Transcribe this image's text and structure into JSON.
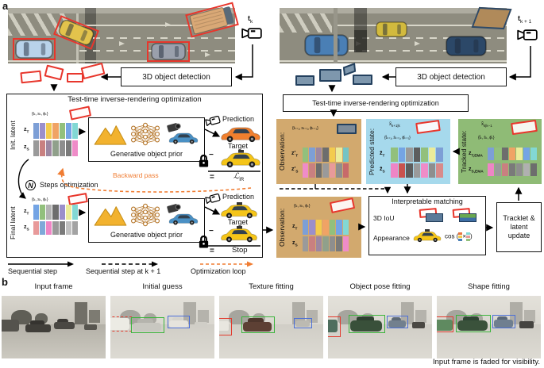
{
  "colors": {
    "detection_red": "#e8362c",
    "detection_blue_fill": "#7e97ad",
    "detection_blue_border": "#23405e",
    "observation_panel": "#d2a96e",
    "predicted_panel": "#a6d9ec",
    "tracked_panel": "#8fbb76",
    "optimization_orange": "#f07d33",
    "prior_gold": "#f2b22e"
  },
  "panel_labels": {
    "a": "a",
    "b": "b"
  },
  "scene_k": {
    "camera": {
      "b": "t",
      "s": "k"
    },
    "detection": "3D object detection"
  },
  "scene_k1": {
    "camera": {
      "b": "t",
      "s": "k + 1"
    },
    "detection": "3D object detection"
  },
  "left_box": {
    "title": "Test-time inverse-rendering optimization",
    "init_latent": "Init. latent",
    "final_latent": "Final latent",
    "pose": "{tₖ, sₖ, ϕₖ}",
    "z_t": {
      "b": "z",
      "s": "T"
    },
    "z_s": {
      "b": "z",
      "s": "S"
    },
    "prior": "Generative object prior",
    "prediction": "Prediction",
    "target": "Target",
    "minus": "−",
    "equals": "=",
    "loss": {
      "b": "ℒ",
      "s": "IR"
    },
    "stop": "Stop",
    "backward": "Backward pass",
    "n": "N",
    "steps": "Steps optimization"
  },
  "legend": {
    "sequential": "Sequential step",
    "sequential_k1": "Sequential step at k + 1",
    "loop": "Optimization loop"
  },
  "right_flow": {
    "opt_box": "Test-time inverse-rendering optimization",
    "observation": {
      "title": "Observation:",
      "pose": "{tₖ₊₁, sₖ₊₁, ϕₖ₊₁}",
      "z_t": {
        "b": "z′",
        "s": "T"
      },
      "z_s": {
        "b": "z′",
        "s": "S"
      }
    },
    "predicted": {
      "title": "Predicted state:",
      "x": {
        "b": "x̄",
        "s": "k+1|k"
      },
      "pose": "{t̄ₖ₊₁, s̄ₖ₊₁, ϕ̄ₖ₊₁}",
      "z_t": {
        "b": "z̄",
        "s": "T"
      },
      "z_s": {
        "b": "z̄",
        "s": "S"
      }
    },
    "tracked": {
      "title": "Tracked state:",
      "x": {
        "b": "x̂",
        "s": "k|k−1"
      },
      "pose": "{t̂ₖ, ŝₖ, ϕ̂ₖ}",
      "z_t": {
        "b": "z",
        "s": "T,EMA"
      },
      "z_s": {
        "b": "z",
        "s": "S,EMA"
      }
    },
    "observation2": {
      "title": "Observation:",
      "pose": "{tₖ, sₖ, ϕₖ}",
      "z_t": {
        "b": "z",
        "s": "T"
      },
      "z_s": {
        "b": "z",
        "s": "S"
      }
    },
    "matching": {
      "title": "Interpretable matching",
      "iou": "3D IoU",
      "appearance": "Appearance",
      "cos_open": "cos (",
      "times": "×",
      "cos_close": ")"
    },
    "tracklet": "Tracklet & latent update"
  },
  "panel_b": {
    "labels": [
      "Input frame",
      "Initial guess",
      "Texture fitting",
      "Object pose fitting",
      "Shape fitting"
    ],
    "caption": "Input frame is faded for visibility."
  },
  "stripes": {
    "tex_a": [
      "#7d9fd6",
      "#9b8fcb",
      "#f3cb4e",
      "#f0a365",
      "#92c07c",
      "#74a4e4",
      "#82d8d4"
    ],
    "shape_a": [
      "#9a9a9a",
      "#c98080",
      "#9d87a1",
      "#90a08b",
      "#8e8e8e",
      "#7a7a7a",
      "#ef8cc8"
    ],
    "tex_b": [
      "#74a4e4",
      "#92c07c",
      "#b3b3b3",
      "#6d6d6d",
      "#9b8fcb",
      "#ecec9a",
      "#82d8d4"
    ],
    "shape_b": [
      "#e89a9a",
      "#7fa8d8",
      "#ee85c5",
      "#9a9a9a",
      "#7a7a7a",
      "#c0c0c0",
      "#a3a3a3"
    ],
    "tex_o": [
      "#92c07c",
      "#7d9fd6",
      "#9d87a1",
      "#6d6d6d",
      "#f3cb4e",
      "#ecec9a",
      "#74c4c4"
    ],
    "shape_o": [
      "#ef8cc8",
      "#c98080",
      "#6d6d6d",
      "#9a9a9a",
      "#e89a9a",
      "#8e8e8e",
      "#c76a6a"
    ],
    "tex_p": [
      "#92c07c",
      "#74a4e4",
      "#9a9a9a",
      "#5d5d5d",
      "#92c07c",
      "#ecec9a",
      "#7d9fd6"
    ],
    "shape_p": [
      "#ee85c5",
      "#c9524e",
      "#5d5d5d",
      "#9a9a9a",
      "#ef8cc8",
      "#8e8e8e",
      "#d88a8a"
    ],
    "tex_t": [
      "#7d9fd6",
      "#92c07c",
      "#6d6d6d",
      "#f0a365",
      "#ecec9a",
      "#74a4e4",
      "#82d8d4"
    ],
    "shape_t": [
      "#ee85c5",
      "#9a9a9a",
      "#c98080",
      "#7a7a7a",
      "#8e8e8e",
      "#b0b0b0",
      "#6d6d6d"
    ],
    "cos_a": [
      "#e87440",
      "#f3cb4e",
      "#4a7fb5"
    ],
    "cos_b": [
      "#82d8d4",
      "#e89a9a",
      "#92c07c"
    ]
  }
}
